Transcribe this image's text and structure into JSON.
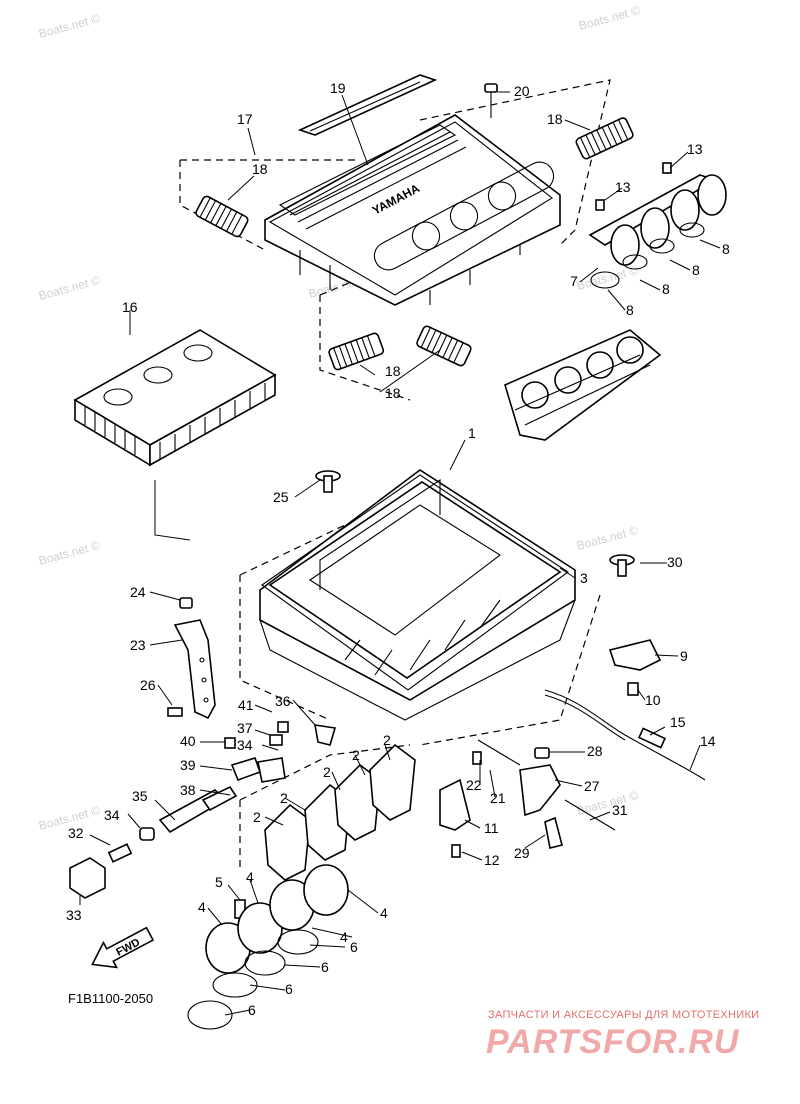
{
  "diagram": {
    "figure_code": "F1B1100-2050",
    "fwd_label": "FWD",
    "cover_brand": "YAMAHA",
    "watermark_text": "Boats.net ©",
    "callout_numbers": [
      "1",
      "2",
      "3",
      "4",
      "5",
      "6",
      "7",
      "8",
      "9",
      "10",
      "11",
      "12",
      "13",
      "14",
      "15",
      "16",
      "17",
      "18",
      "19",
      "20",
      "21",
      "22",
      "23",
      "24",
      "25",
      "26",
      "27",
      "28",
      "29",
      "30",
      "31",
      "32",
      "33",
      "34",
      "35",
      "36",
      "37",
      "38",
      "39",
      "40",
      "41"
    ]
  },
  "banner": {
    "subtitle": "ЗАПЧАСТИ И АКСЕССУАРЫ ДЛЯ МОТОТЕХНИКИ",
    "logo": "PARTSFOR.RU",
    "colors": {
      "subtitle": "#e07070",
      "logo": "#f0a8a8"
    }
  }
}
